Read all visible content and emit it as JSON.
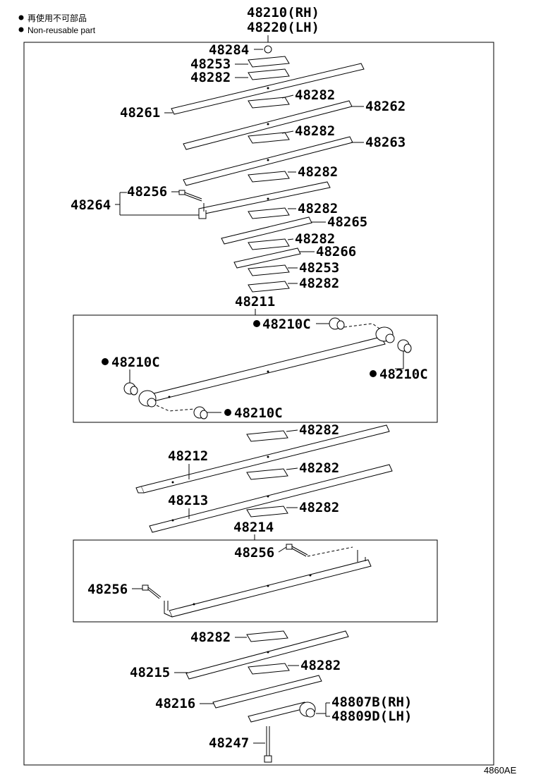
{
  "legend": {
    "bullet_jp": "再使用不可部品",
    "bullet_en": "Non-reusable part"
  },
  "assembly": {
    "rh": "48210(RH)",
    "lh": "48220(LH)"
  },
  "labels": {
    "p48284": "48284",
    "p48253_top": "48253",
    "p48282_a": "48282",
    "p48282_b": "48282",
    "p48261": "48261",
    "p48262": "48262",
    "p48282_c": "48282",
    "p48263": "48263",
    "p48282_d": "48282",
    "p48256_a": "48256",
    "p48264": "48264",
    "p48282_e": "48282",
    "p48265": "48265",
    "p48282_f": "48282",
    "p48266": "48266",
    "p48253_b": "48253",
    "p48282_g": "48282",
    "p48211": "48211",
    "bush_1": "48210C",
    "bush_2": "48210C",
    "bush_3": "48210C",
    "bush_4": "48210C",
    "p48282_h": "48282",
    "p48212": "48212",
    "p48282_i": "48282",
    "p48213": "48213",
    "p48282_j": "48282",
    "p48214": "48214",
    "p48256_b": "48256",
    "p48256_c": "48256",
    "p48282_k": "48282",
    "p48215": "48215",
    "p48282_l": "48282",
    "p48216": "48216",
    "p48807b": "48807B(RH)",
    "p48809d": "48809D(LH)",
    "p48247": "48247"
  },
  "diagram_code": "4860AE"
}
